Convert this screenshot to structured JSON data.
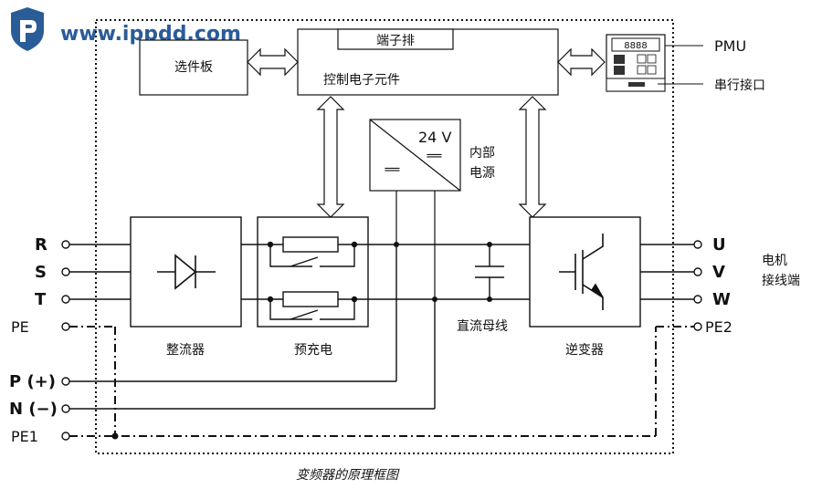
{
  "watermark": {
    "text": "www.ippdd.com",
    "colors": {
      "logo": "#2a5c98",
      "text": "#2a5c98"
    }
  },
  "blocks": {
    "option_board": "选件板",
    "terminal_strip": "端子排",
    "control_electronics": "控制电子元件",
    "power_label": "24 V",
    "power_name": [
      "内部",
      "电源"
    ],
    "rectifier": "整流器",
    "precharge": "预充电",
    "dc_bus": "直流母线",
    "inverter": "逆变器"
  },
  "pmu": {
    "label": "PMU",
    "serial_interface": "串行接口",
    "display": "8888"
  },
  "terminals_left": {
    "r": "R",
    "s": "S",
    "t": "T",
    "pe": "PE",
    "p_plus": "P (+)",
    "n_minus": "N (−)",
    "pe1": "PE1"
  },
  "terminals_right": {
    "u": "U",
    "v": "V",
    "w": "W",
    "pe2": "PE2"
  },
  "motor_terminals": [
    "电机",
    "接线端"
  ],
  "dc_symbol": "=",
  "caption": "变频器的原理框图"
}
